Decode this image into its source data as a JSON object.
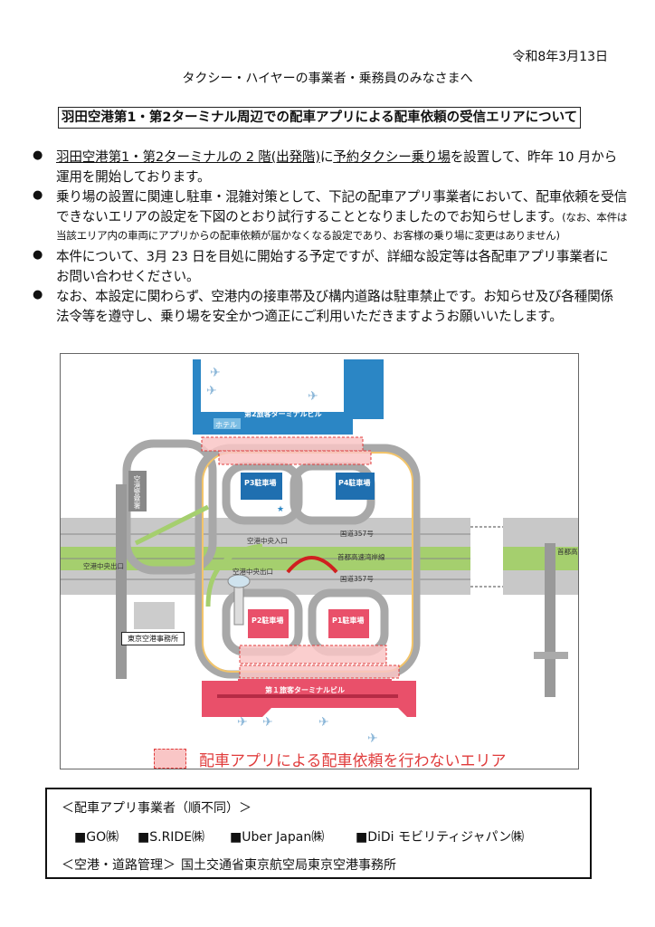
{
  "date": "令和8年3月13日",
  "salutation": "タクシー・ハイヤーの事業者・乗務員のみなさまへ",
  "title": "羽田空港第1・第2ターミナル周辺での配車アプリによる配車依頼の受信エリアについて",
  "bullets": [
    {
      "line1_u1": "羽田空港第1・第2ターミナルの 2 階(出発階)",
      "line1_mid": "に",
      "line1_u2": "予約タクシー乗り場",
      "line1_rest": "を設置して、昨年 10 月から",
      "line2": "運用を開始しております。"
    },
    {
      "line1": "乗り場の設置に関連し駐車・混雑対策として、下記の配車アプリ事業者において、配車依頼を受信",
      "line2": "できないエリアの設定を下図のとおり試行することとなりましたのでお知らせします。",
      "line2_small": "(なお、本件は",
      "line3_small": "当該エリア内の車両にアプリからの配車依頼が届かなくなる設定であり、お客様の乗り場に変更はありません)"
    },
    {
      "line1": "本件について、3月 23 日を目処に開始する予定ですが、詳細な設定等は各配車アプリ事業者に",
      "line2": "お問い合わせください。"
    },
    {
      "line1": "なお、本設定に関わらず、空港内の接車帯及び構内道路は駐車禁止です。お知らせ及び各種関係",
      "line2": "法令等を遵守し、乗り場を安全かつ適正にご利用いただきますようお願いいたします。"
    }
  ],
  "bullet_mark": "●",
  "map": {
    "terminal2": "第2旅客ターミナルビル",
    "hotel": "ホテル",
    "terminal1": "第１旅客ターミナルビル",
    "p1": "P1駐車場",
    "p2": "P2駐車場",
    "p3": "P3駐車場",
    "p4": "P4駐車場",
    "route357_top": "国道357号",
    "route357_bottom": "国道357号",
    "expressway": "首都高速湾岸線",
    "entrance": "空港中央入口",
    "exit": "空港中央出口",
    "exit_left": "空港中央出口",
    "police": "空港警察署",
    "expressway_right": "首都高",
    "office": "東京空港事務所",
    "legend": "配車アプリによる配車依頼を行わないエリア",
    "colors": {
      "t2": "#2b86c5",
      "t1": "#e9506a",
      "no_area": "#f9c6c6",
      "no_area_border": "#e03c3c",
      "road": "#bdbdbd",
      "green": "#9ccc65"
    }
  },
  "operators": {
    "heading": "＜配車アプリ事業者（順不同）＞",
    "list": [
      "■GO㈱",
      "■S.RIDE㈱",
      "■Uber Japan㈱",
      "■DiDi モビリティジャパン㈱"
    ],
    "admin_heading": "＜空港・道路管理＞",
    "admin": "国土交通省東京航空局東京空港事務所"
  }
}
